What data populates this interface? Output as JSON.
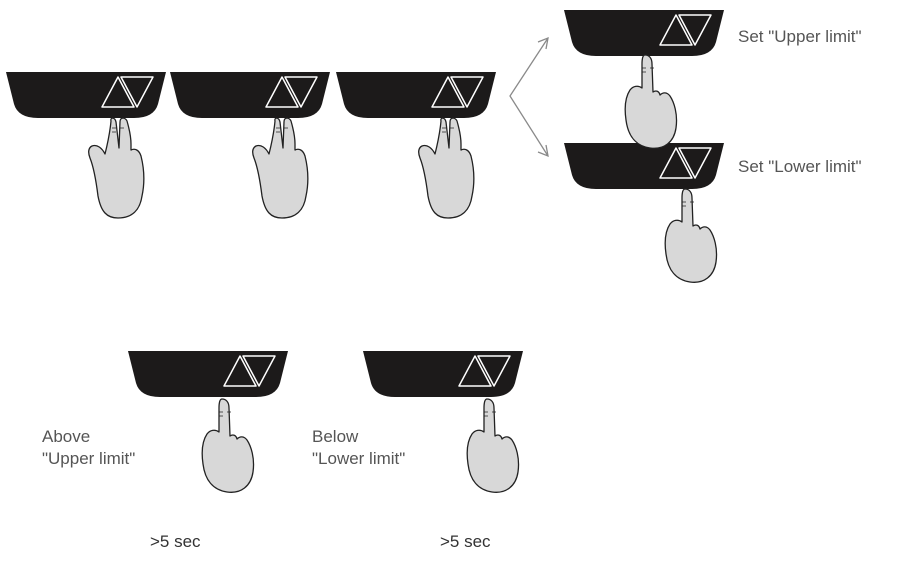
{
  "colors": {
    "panel": "#1c1a1a",
    "button_outline": "#ffffff",
    "hand_fill": "#d8d8d8",
    "hand_stroke": "#222222",
    "text": "#555555",
    "arrow": "#8a8a8a"
  },
  "icons": {
    "panel": "control-panel-icon",
    "up_button": "up-triangle-button-icon",
    "down_button": "down-triangle-button-icon",
    "hand_two_fingers": "two-finger-press-hand-icon",
    "hand_one_finger": "one-finger-press-hand-icon",
    "branch_arrow": "branch-arrow-icon"
  },
  "steps": {
    "top_upper_label": "Set \"Upper limit\"",
    "top_lower_label": "Set \"Lower limit\"",
    "above_line1": "Above",
    "above_line2": "\"Upper limit\"",
    "below_line1": "Below",
    "below_line2": "\"Lower limit\"",
    "duration_left": ">5 sec",
    "duration_right": ">5 sec"
  }
}
